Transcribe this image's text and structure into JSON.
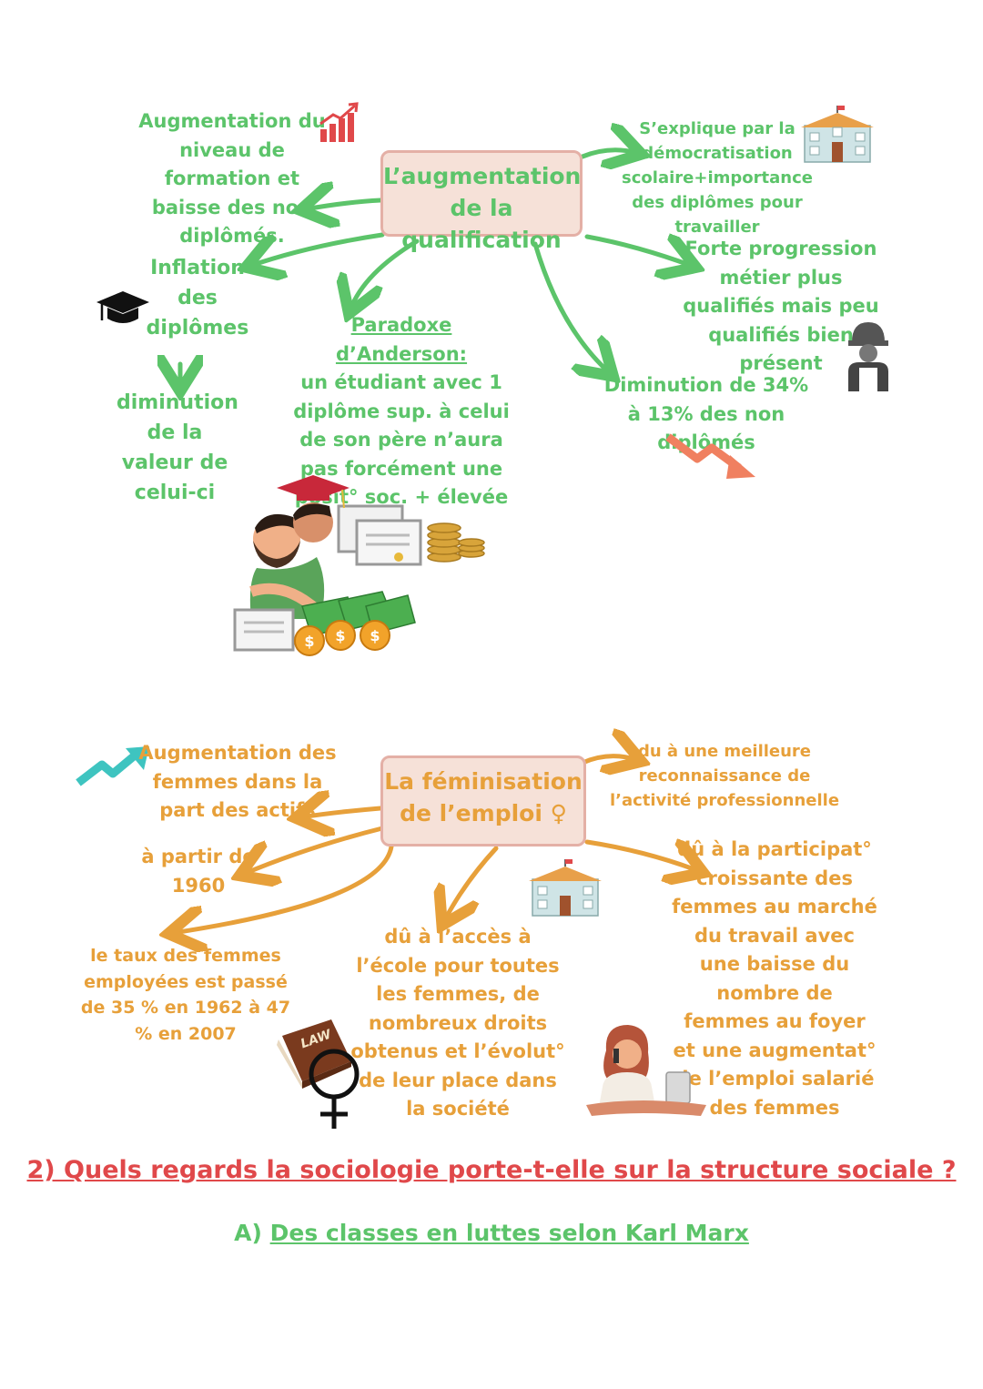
{
  "map1": {
    "title": "L’augmentation de la qualification",
    "node_formation": "Augmentation du niveau de formation et baisse des non diplômés.",
    "node_democratisation": "S’explique par la démocratisation scolaire+importance des diplômes pour travailler",
    "node_inflation": "Inflation des diplômes",
    "node_diminution_valeur": "diminution de la valeur de celui-ci",
    "node_paradoxe_title": "Paradoxe d’Anderson:",
    "node_paradoxe_text": "un étudiant avec 1 diplôme sup. à celui de son père n’aura pas forcément une posit° soc. + élevée",
    "node_progression": "Forte progression métier plus qualifiés mais peu qualifiés bien présent",
    "node_non_diplomes": "Diminution de 34% à 13% des non diplômés"
  },
  "map2": {
    "title": "La féminisation de l’emploi ♀",
    "node_actifs": "Augmentation des femmes dans la part des actifs",
    "node_1960": "à partir de 1960",
    "node_taux": "le taux des femmes employées est passé de 35 % en 1962 à 47 % en 2007",
    "node_ecole": "dû à l’accès à l’école pour toutes les femmes, de nombreux droits obtenus et l’évolut° de leur place dans la société",
    "node_reconnaissance": "du à une meilleure reconnaissance de l’activité professionnelle",
    "node_participation": "dû à la participat° croissante des femmes au marché du travail avec une baisse du nombre de femmes au foyer et une augmentat° de l’emploi salarié des femmes",
    "book_label": "LAW"
  },
  "headings": {
    "question": "2) Quels regards  la sociologie porte-t-elle sur la structure sociale ?",
    "section_prefix": "A)",
    "section_title": "Des classes en luttes selon Karl Marx"
  },
  "colors": {
    "green": "#5cc46a",
    "orange": "#e7a03a",
    "red": "#e0484a",
    "box_fill": "#f6e1d8",
    "box_border": "#e4b0a6"
  },
  "icons": [
    "growth-chart-icon",
    "school-building-icon",
    "graduation-cap-icon",
    "worker-icon",
    "down-trend-arrow-icon",
    "up-trend-arrow-icon",
    "law-book-icon",
    "female-symbol-icon",
    "woman-on-phone-icon",
    "graduates-with-money-illustration"
  ]
}
